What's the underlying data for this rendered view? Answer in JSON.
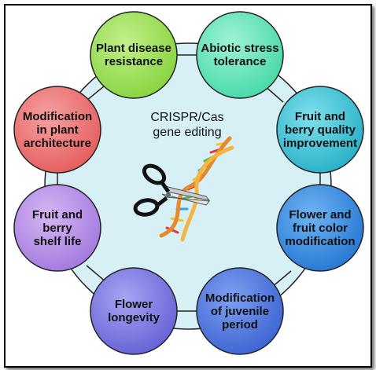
{
  "center": {
    "title": "CRISPR/Cas\ngene editing"
  },
  "icons": {
    "center": "scissors-cutting-dna-icon"
  },
  "nodes": [
    {
      "label": "Plant disease\nresistance",
      "color": "#9ee05a"
    },
    {
      "label": "Abiotic stress\ntolerance",
      "color": "#63e6b9"
    },
    {
      "label": "Fruit and\nberry quality\nimprovement",
      "color": "#3ec3d6"
    },
    {
      "label": "Flower and\nfruit color\nmodification",
      "color": "#3a8fe2"
    },
    {
      "label": "Modification\nof juvenile\nperiod",
      "color": "#4f79df"
    },
    {
      "label": "Flower\nlongevity",
      "color": "#7b78e4"
    },
    {
      "label": "Fruit and\nberry\nshelf life",
      "color": "#b78de3"
    },
    {
      "label": "Modification\nin plant\narchitecture",
      "color": "#ef7171"
    }
  ],
  "colors": {
    "center_fill": "#d6f0f5",
    "outline": "#222222"
  }
}
